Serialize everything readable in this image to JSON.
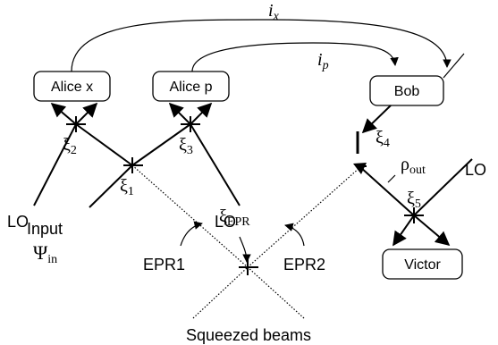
{
  "boxes": {
    "alice_x": "Alice x",
    "alice_p": "Alice p",
    "bob": "Bob",
    "victor": "Victor"
  },
  "signals": {
    "ix_base": "i",
    "ix_sub": "x",
    "ip_base": "i",
    "ip_sub": "p"
  },
  "beamsplitters": {
    "xi1": "1",
    "xi2": "2",
    "xi3": "3",
    "xi4": "4",
    "xi5": "5",
    "xi_epr": "EPR",
    "xi_symbol": "ξ"
  },
  "labels": {
    "lo": "LO",
    "input_word": "Input",
    "psi_symbol": "Ψ",
    "psi_sub": "in",
    "rho_symbol": "ρ",
    "rho_sub": "out",
    "epr1": "EPR1",
    "epr2": "EPR2",
    "squeezed": "Squeezed beams"
  }
}
